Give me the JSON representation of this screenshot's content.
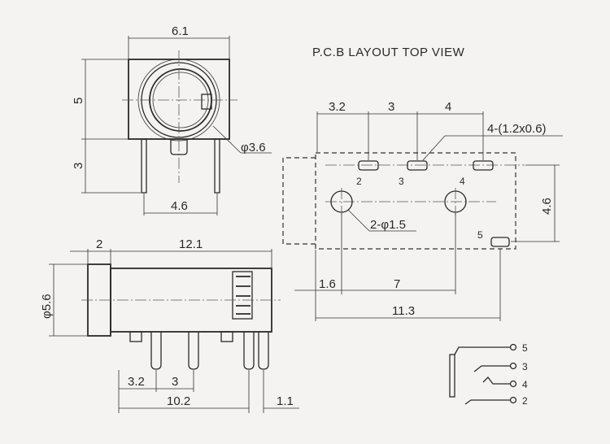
{
  "title": "P.C.B LAYOUT TOP VIEW",
  "front_view": {
    "width_label": "6.1",
    "upper_height_label": "5",
    "lower_height_label": "3",
    "pin_spacing_label": "4.6",
    "bore_label": "φ3.6"
  },
  "side_view": {
    "flange_label": "2",
    "length_label": "12.1",
    "diameter_label": "φ5.6",
    "pitch_a_label": "3.2",
    "pitch_b_label": "3",
    "span_label": "10.2",
    "offset_label": "1.1"
  },
  "pcb_layout": {
    "pitch_a_label": "3.2",
    "pitch_b_label": "3",
    "pitch_c_label": "4",
    "pad_size_label": "4-(1.2x0.6)",
    "hole_label": "2-φ1.5",
    "height_label": "4.6",
    "offset_label": "1.6",
    "hole_spacing_label": "7",
    "overall_label": "11.3",
    "pads": [
      "2",
      "3",
      "4",
      "5"
    ]
  },
  "schematic": {
    "pins": [
      "5",
      "3",
      "4",
      "2"
    ]
  }
}
